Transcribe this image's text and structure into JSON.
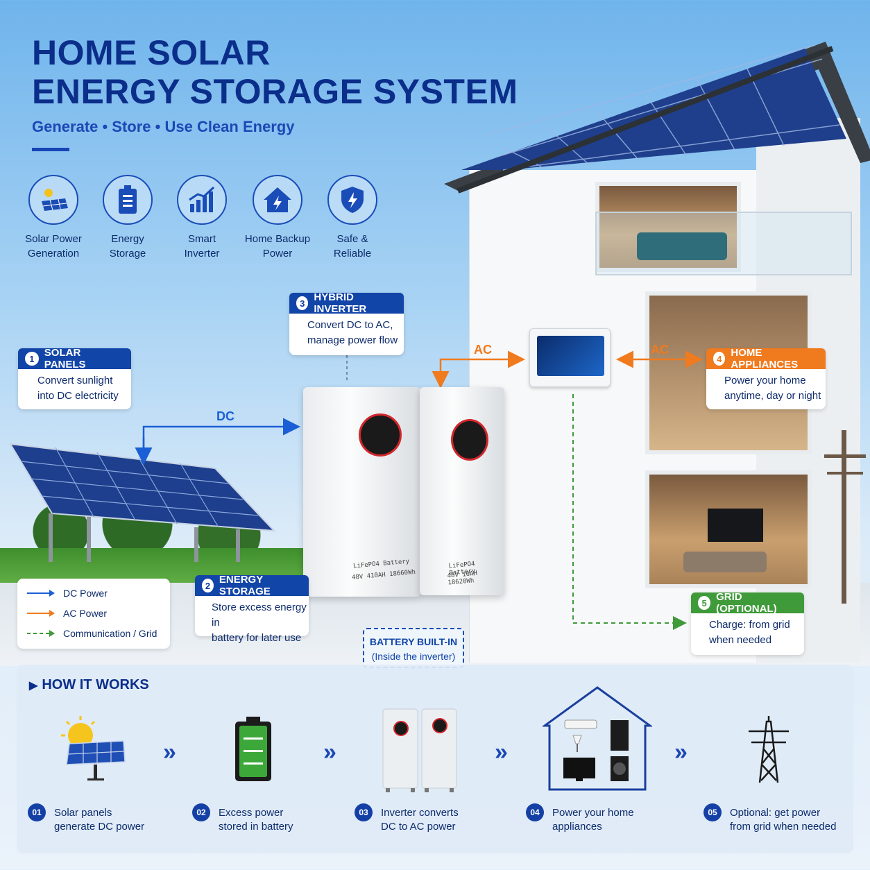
{
  "title": {
    "line1": "HOME SOLAR",
    "line2": "ENERGY STORAGE SYSTEM"
  },
  "subtitle": "Generate • Store • Use Clean Energy",
  "features": [
    {
      "line1": "Solar Power",
      "line2": "Generation",
      "icon": "solar-panel-icon"
    },
    {
      "line1": "Energy",
      "line2": "Storage",
      "icon": "battery-icon"
    },
    {
      "line1": "Smart",
      "line2": "Inverter",
      "icon": "chart-icon"
    },
    {
      "line1": "Home Backup",
      "line2": "Power",
      "icon": "house-icon"
    },
    {
      "line1": "Safe &",
      "line2": "Reliable",
      "icon": "shield-icon"
    }
  ],
  "cards": {
    "solar": {
      "num": "1",
      "title": "SOLAR PANELS",
      "line1": "Convert sunlight",
      "line2": "into DC electricity"
    },
    "inverter": {
      "num": "3",
      "title": "HYBRID INVERTER",
      "line1": "Convert DC to AC,",
      "line2": "manage power flow"
    },
    "appliances": {
      "num": "4",
      "title": "HOME APPLIANCES",
      "line1": "Power your home",
      "line2": "anytime, day or night"
    },
    "storage": {
      "num": "2",
      "title": "ENERGY STORAGE",
      "line1": "Store excess energy in",
      "line2": "battery for later use"
    },
    "grid": {
      "num": "5",
      "title": "GRID (OPTIONAL)",
      "line1": "Charge: from grid",
      "line2": "when needed"
    }
  },
  "flow_labels": {
    "dc": "DC",
    "ac1": "AC",
    "ac2": "AC"
  },
  "battery": {
    "left_label": "LiFePO4  Battery",
    "left_spec": "48V 410AH  18660Wh",
    "right_label": "LiFePO4  Battery",
    "right_spec": "48V 10AH  18620Wh"
  },
  "builtin": {
    "line1": "BATTERY BUILT-IN",
    "line2": "(Inside the inverter)"
  },
  "legend": [
    {
      "label": "DC Power",
      "color": "#1a5fd6"
    },
    {
      "label": "AC Power",
      "color": "#f07a1e"
    },
    {
      "label": "Communication / Grid",
      "color": "#3f9a3a"
    }
  ],
  "colors": {
    "blue": "#1245a8",
    "orange": "#f07a1e",
    "green": "#3f9a3a",
    "navy": "#0b2e8a"
  },
  "how": {
    "title": "HOW IT WORKS",
    "steps": [
      {
        "num": "01",
        "line1": "Solar panels",
        "line2": "generate DC power"
      },
      {
        "num": "02",
        "line1": "Excess power",
        "line2": "stored in battery"
      },
      {
        "num": "03",
        "line1": "Inverter converts",
        "line2": "DC to AC power"
      },
      {
        "num": "04",
        "line1": "Power your home",
        "line2": "appliances"
      },
      {
        "num": "05",
        "line1": "Optional: get power",
        "line2": "from grid when needed"
      }
    ],
    "chevron": "»"
  }
}
